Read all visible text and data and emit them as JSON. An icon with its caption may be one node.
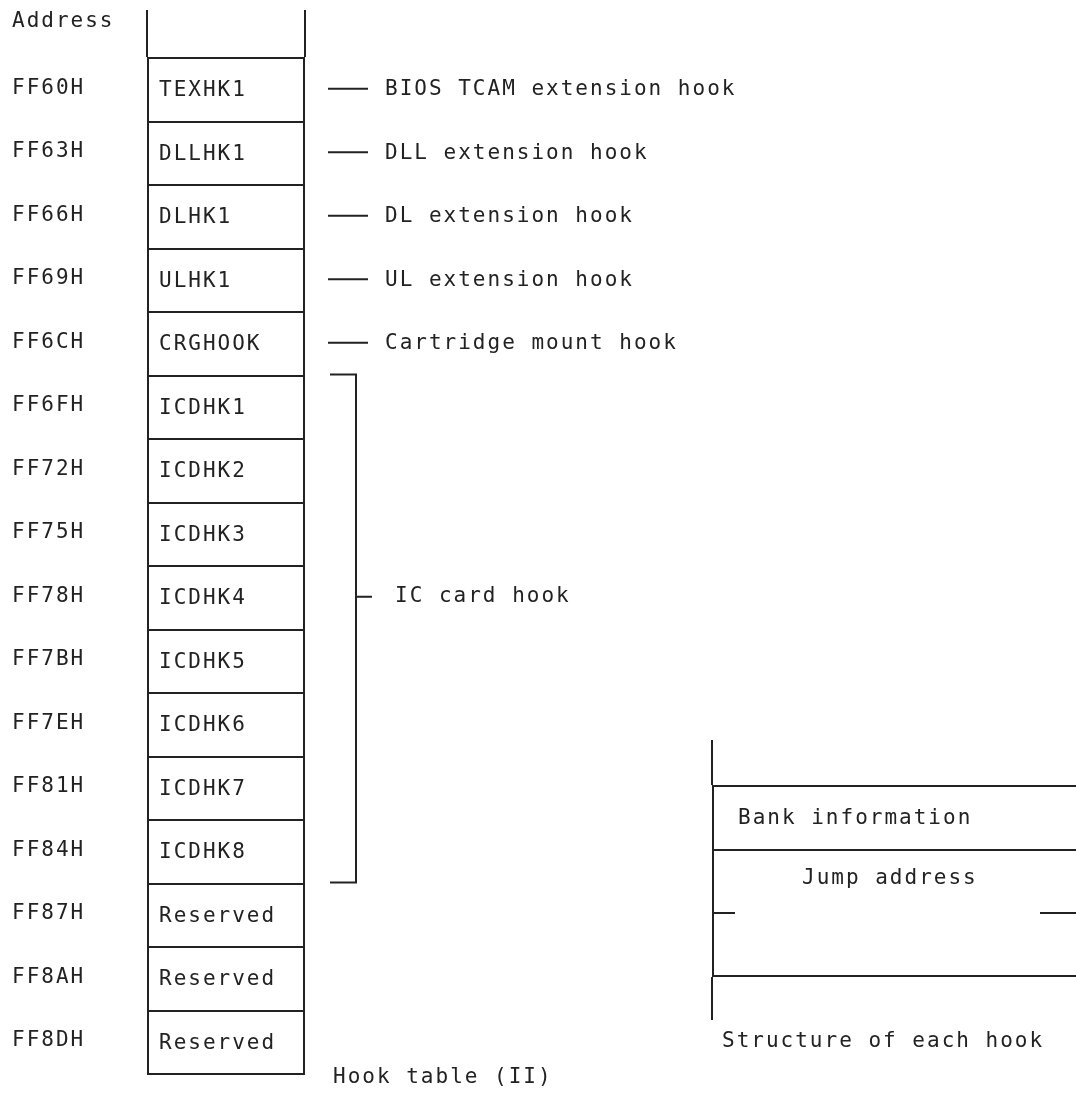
{
  "diagram": {
    "nodes": [
      {
        "text": [
          "TEXHK1"
        ]
      },
      {
        "text": [
          "DLLHK1"
        ]
      },
      {
        "text": [
          "DLHK1"
        ]
      },
      {
        "text": [
          "ULHK1"
        ]
      },
      {
        "text": [
          "CRGHOOK"
        ]
      },
      {
        "text": [
          "ICDHK1"
        ]
      },
      {
        "text": [
          "ICDHK2"
        ]
      },
      {
        "text": [
          "ICDHK3"
        ]
      },
      {
        "text": [
          "ICDHK4"
        ]
      },
      {
        "text": [
          "ICDHK5"
        ]
      },
      {
        "text": [
          "ICDHK6"
        ]
      },
      {
        "text": [
          "ICDHK7"
        ]
      },
      {
        "text": [
          "ICDHK8"
        ]
      },
      {
        "text": [
          "Reserved"
        ]
      },
      {
        "text": [
          "Reserved"
        ]
      },
      {
        "text": [
          "Reserved"
        ]
      },
      {
        "text": [
          "BIOS TCAM extension hook"
        ]
      },
      {
        "text": [
          "DLL extension hook"
        ]
      },
      {
        "text": [
          "DL extension hook"
        ]
      },
      {
        "text": [
          "UL extension hook"
        ]
      },
      {
        "text": [
          "Cartridge mount hook"
        ]
      },
      {
        "text": [
          "Bank information"
        ]
      },
      {
        "text": [
          "Jump address"
        ]
      }
    ],
    "edges": [
      {
        "from": 16,
        "to": 0,
        "arrow": "none"
      },
      {
        "from": 17,
        "to": 1,
        "arrow": "none"
      },
      {
        "from": 18,
        "to": 2,
        "arrow": "none"
      },
      {
        "from": 19,
        "to": 3,
        "arrow": "none"
      },
      {
        "from": 20,
        "to": 4,
        "arrow": "none"
      }
    ],
    "labels": [
      "Address",
      "FF60H",
      "FF63H",
      "FF66H",
      "FF69H",
      "FF6CH",
      "FF6FH",
      "FF72H",
      "FF75H",
      "FF78H",
      "FF7BH",
      "FF7EH",
      "FF81H",
      "FF84H",
      "FF87H",
      "FF8AH",
      "FF8DH",
      "IC card hook",
      "Hook table (II)",
      "Structure of each hook"
    ]
  }
}
